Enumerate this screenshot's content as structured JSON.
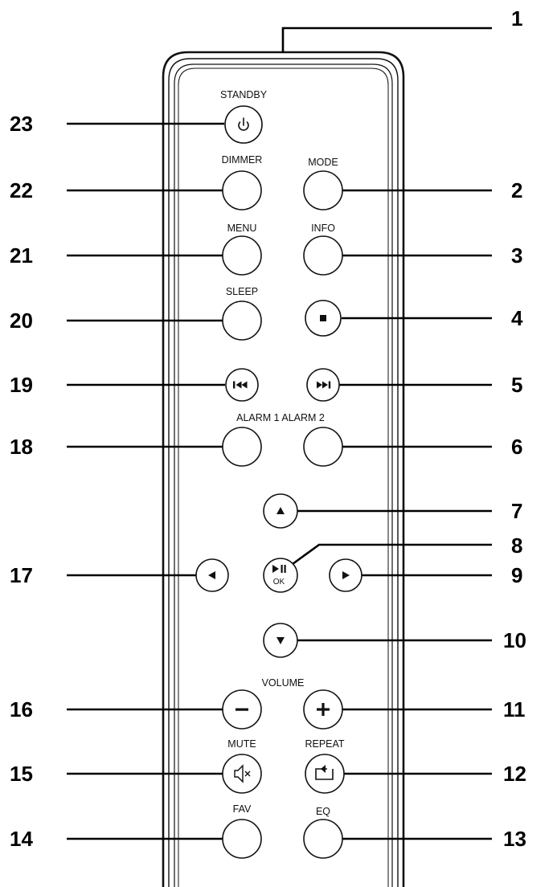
{
  "labels": {
    "standby": "STANDBY",
    "dimmer": "DIMMER",
    "mode": "MODE",
    "menu": "MENU",
    "info": "INFO",
    "sleep": "SLEEP",
    "alarm": "ALARM 1 ALARM 2",
    "ok": "OK",
    "volume": "VOLUME",
    "mute": "MUTE",
    "repeat": "REPEAT",
    "fav": "FAV",
    "eq": "EQ"
  },
  "callouts": {
    "n1": "1",
    "n2": "2",
    "n3": "3",
    "n4": "4",
    "n5": "5",
    "n6": "6",
    "n7": "7",
    "n8": "8",
    "n9": "9",
    "n10": "10",
    "n11": "11",
    "n12": "12",
    "n13": "13",
    "n14": "14",
    "n15": "15",
    "n16": "16",
    "n17": "17",
    "n18": "18",
    "n19": "19",
    "n20": "20",
    "n21": "21",
    "n22": "22",
    "n23": "23"
  }
}
